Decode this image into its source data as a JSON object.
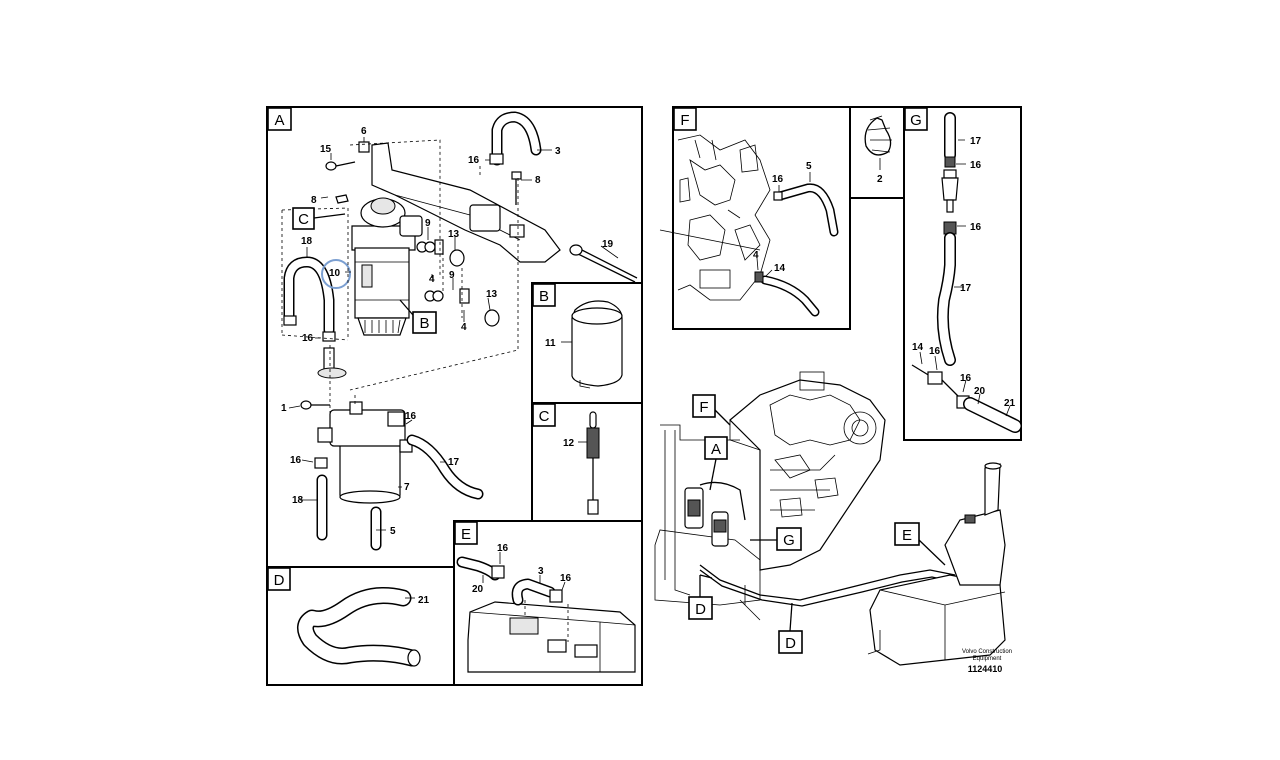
{
  "sections": {
    "A": "A",
    "B": "B",
    "C": "C",
    "D": "D",
    "E": "E",
    "F": "F",
    "G": "G"
  },
  "callouts": {
    "A": [
      "15",
      "6",
      "3",
      "16",
      "8",
      "8",
      "18",
      "9",
      "13",
      "10",
      "4",
      "9",
      "19",
      "13",
      "4",
      "16",
      "1",
      "16",
      "17",
      "16",
      "7",
      "18",
      "5"
    ],
    "B": [
      "11"
    ],
    "C": [
      "12"
    ],
    "D": [
      "21"
    ],
    "E": [
      "16",
      "3",
      "16",
      "20"
    ],
    "F": [
      "5",
      "16",
      "4",
      "14"
    ],
    "kit": [
      "2"
    ],
    "G": [
      "17",
      "16",
      "16",
      "17",
      "14",
      "16",
      "16",
      "20",
      "21"
    ]
  },
  "footer": {
    "brand_line1": "Volvo Construction",
    "brand_line2": "Equipment",
    "figure_id": "1124410"
  }
}
